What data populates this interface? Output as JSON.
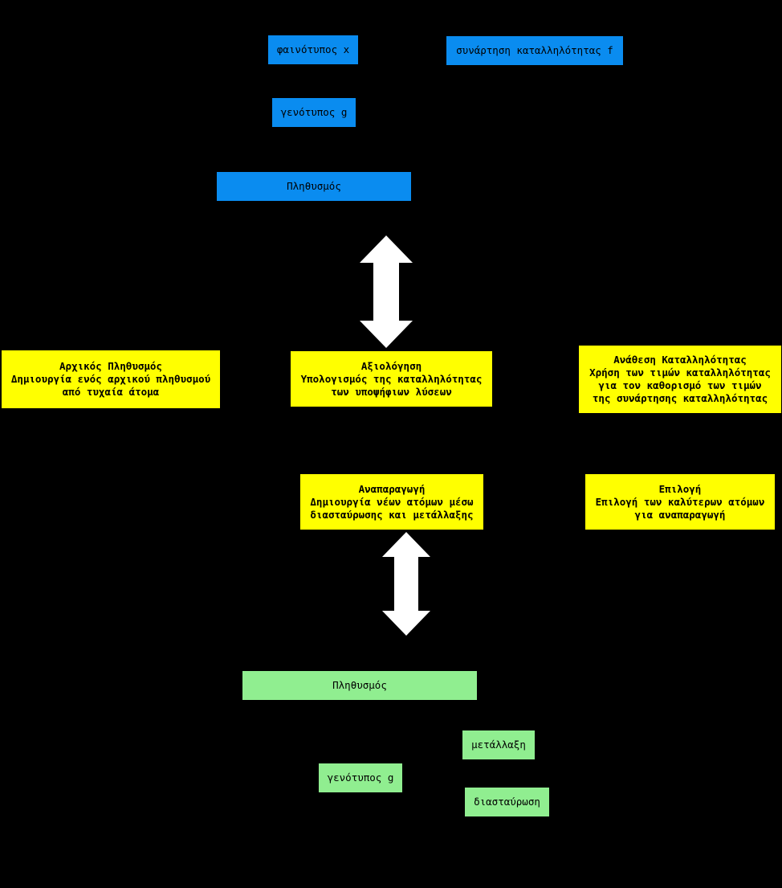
{
  "colors": {
    "background": "#000000",
    "blue_box": "#0a8cf0",
    "yellow_box": "#ffff00",
    "green_box": "#90ee90",
    "arrow": "#ffffff"
  },
  "top_section": {
    "phenotype": "φαινότυπος x",
    "fitness_function": "συνάρτηση καταλληλότητας f",
    "genotype": "γενότυπος g",
    "population": "Πληθυσμός"
  },
  "steps": {
    "initial_population": "Αρχικός Πληθυσμός\nΔημιουργία ενός αρχικού πληθυσμού\nαπό τυχαία άτομα",
    "evaluation": "Αξιολόγηση\nΥπολογισμός της καταλληλότητας\nτων υποψήφιων λύσεων",
    "fitness_assignment": "Ανάθεση Καταλληλότητας\nΧρήση των τιμών καταλληλότητας\nγια τον καθορισμό των τιμών\nτης συνάρτησης καταλληλότητας",
    "reproduction": "Αναπαραγωγή\nΔημιουργία νέων ατόμων μέσω\nδιασταύρωσης και μετάλλαξης",
    "selection": "Επιλογή\nΕπιλογή των καλύτερων ατόμων\nγια αναπαραγωγή"
  },
  "bottom_section": {
    "population": "Πληθυσμός",
    "mutation": "μετάλλαξη",
    "genotype": "γενότυπος g",
    "crossover": "διασταύρωση"
  },
  "arrows": [
    {
      "name": "arrow-population-evaluation",
      "direction": "bidirectional-vertical"
    },
    {
      "name": "arrow-reproduction-population",
      "direction": "bidirectional-vertical"
    }
  ]
}
